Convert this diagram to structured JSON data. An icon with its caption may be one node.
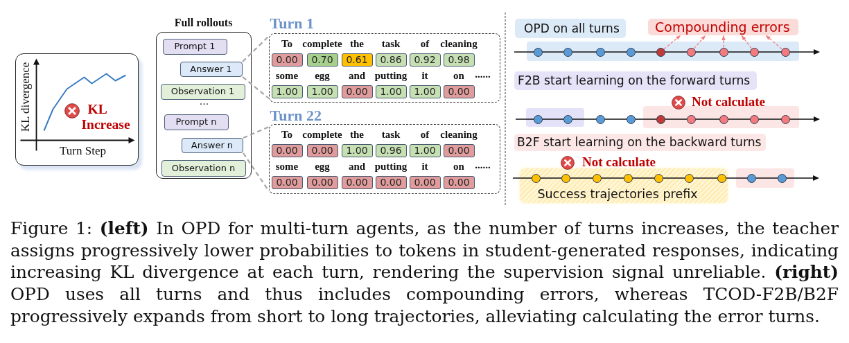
{
  "diagram": {
    "caption": "Figure 1: **(left)** In OPD for multi-turn agents, as the number of turns increases, the teacher assigns progressively lower probabilities to tokens in student-generated responses, indicating increasing KL divergence at each turn, rendering the supervision signal unreliable. **(right)** OPD uses all turns and thus includes compounding errors, whereas TCOD-F2B/B2F progressively expands from short to long trajectories, alleviating calculating the error turns.",
    "nodes": [
      {
        "text": [
          "KL divergence",
          "KL Increase",
          "Turn Step"
        ]
      },
      {
        "text": [
          "Full rollouts",
          "..."
        ]
      },
      {
        "text": [
          "Prompt 1"
        ],
        "in": 1
      },
      {
        "text": [
          "Answer 1"
        ],
        "in": 1
      },
      {
        "text": [
          "Observation 1"
        ],
        "in": 1
      },
      {
        "text": [
          "Prompt n"
        ],
        "in": 1
      },
      {
        "text": [
          "Answer n"
        ],
        "in": 1
      },
      {
        "text": [
          "Observation n"
        ],
        "in": 1
      },
      {
        "text": [
          "Turn 1",
          "......"
        ]
      },
      {
        "text": [
          "0.00"
        ],
        "beside": [
          "To"
        ],
        "in": 8
      },
      {
        "text": [
          "0.70"
        ],
        "beside": [
          "complete"
        ],
        "in": 8
      },
      {
        "text": [
          "0.61"
        ],
        "beside": [
          "the"
        ],
        "in": 8
      },
      {
        "text": [
          "0.86"
        ],
        "beside": [
          "task"
        ],
        "in": 8
      },
      {
        "text": [
          "0.92"
        ],
        "beside": [
          "of"
        ],
        "in": 8
      },
      {
        "text": [
          "0.98"
        ],
        "beside": [
          "cleaning"
        ],
        "in": 8
      },
      {
        "text": [
          "1.00"
        ],
        "beside": [
          "some"
        ],
        "in": 8
      },
      {
        "text": [
          "1.00"
        ],
        "beside": [
          "egg"
        ],
        "in": 8
      },
      {
        "text": [
          "0.00"
        ],
        "beside": [
          "and"
        ],
        "in": 8
      },
      {
        "text": [
          "1.00"
        ],
        "beside": [
          "putting"
        ],
        "in": 8
      },
      {
        "text": [
          "1.00"
        ],
        "beside": [
          "it"
        ],
        "in": 8
      },
      {
        "text": [
          "0.00"
        ],
        "beside": [
          "on"
        ],
        "in": 8
      },
      {
        "text": [
          "Turn 22",
          "......"
        ]
      },
      {
        "text": [
          "0.00"
        ],
        "beside": [
          "To"
        ],
        "in": 21
      },
      {
        "text": [
          "0.00"
        ],
        "beside": [
          "complete"
        ],
        "in": 21
      },
      {
        "text": [
          "1.00"
        ],
        "beside": [
          "the"
        ],
        "in": 21
      },
      {
        "text": [
          "0.96"
        ],
        "beside": [
          "task"
        ],
        "in": 21
      },
      {
        "text": [
          "1.00"
        ],
        "beside": [
          "of"
        ],
        "in": 21
      },
      {
        "text": [
          "0.00"
        ],
        "beside": [
          "cleaning"
        ],
        "in": 21
      },
      {
        "text": [
          "0.00"
        ],
        "beside": [
          "some"
        ],
        "in": 21
      },
      {
        "text": [
          "0.00"
        ],
        "beside": [
          "egg"
        ],
        "in": 21
      },
      {
        "text": [
          "0.00"
        ],
        "beside": [
          "and"
        ],
        "in": 21
      },
      {
        "text": [
          "0.00"
        ],
        "beside": [
          "putting"
        ],
        "in": 21
      },
      {
        "text": [
          "0.00"
        ],
        "beside": [
          "it"
        ],
        "in": 21
      },
      {
        "text": [
          "0.00"
        ],
        "beside": [
          "on"
        ],
        "in": 21
      },
      {
        "text": [
          "OPD on all turns"
        ]
      },
      {
        "text": [
          "Compounding errors"
        ]
      },
      {
        "text": [],
        "shape": "box"
      },
      {
        "text": [],
        "shape": "circle",
        "in": 36
      },
      {
        "text": [],
        "shape": "circle",
        "in": 36
      },
      {
        "text": [],
        "shape": "circle",
        "in": 36
      },
      {
        "text": [],
        "shape": "circle",
        "in": 36
      },
      {
        "text": [],
        "shape": "circle",
        "in": 36
      },
      {
        "text": [],
        "shape": "circle",
        "in": 36
      },
      {
        "text": [],
        "shape": "circle",
        "in": 36
      },
      {
        "text": [],
        "shape": "circle",
        "in": 36
      },
      {
        "text": [],
        "shape": "circle",
        "in": 36
      },
      {
        "text": [
          "F2B start learning on the forward turns"
        ]
      },
      {
        "text": [],
        "shape": "box"
      },
      {
        "text": [],
        "shape": "circle",
        "in": 47
      },
      {
        "text": [],
        "shape": "circle",
        "in": 47
      },
      {
        "text": [],
        "shape": "circle"
      },
      {
        "text": [],
        "shape": "circle"
      },
      {
        "text": [],
        "shape": "box"
      },
      {
        "text": [],
        "shape": "circle",
        "in": 52
      },
      {
        "text": [],
        "shape": "circle",
        "in": 52
      },
      {
        "text": [],
        "shape": "circle",
        "in": 52
      },
      {
        "text": [],
        "shape": "circle",
        "in": 52
      },
      {
        "text": [],
        "shape": "circle",
        "in": 52
      },
      {
        "text": [
          "B2F start learning on the backward turns"
        ]
      },
      {
        "text": [
          "Success trajectories prefix"
        ]
      },
      {
        "text": [],
        "shape": "circle",
        "in": 59
      },
      {
        "text": [],
        "shape": "circle",
        "in": 59
      },
      {
        "text": [],
        "shape": "circle",
        "in": 59
      },
      {
        "text": [],
        "shape": "circle",
        "in": 59
      },
      {
        "text": [],
        "shape": "circle",
        "in": 59
      },
      {
        "text": [],
        "shape": "circle",
        "in": 59
      },
      {
        "text": [],
        "shape": "circle",
        "in": 59
      },
      {
        "text": [],
        "shape": "box"
      },
      {
        "text": [],
        "shape": "circle",
        "in": 67
      },
      {
        "text": [],
        "shape": "circle",
        "in": 67
      }
    ],
    "edges": [
      {
        "from": 3,
        "to": 8,
        "arrow": "none",
        "style": "dashed",
        "color": "#a6a6a6"
      },
      {
        "from": 3,
        "to": 8,
        "arrow": "none",
        "style": "dashed",
        "color": "#a6a6a6"
      },
      {
        "from": 6,
        "to": 21,
        "arrow": "none",
        "style": "dashed",
        "color": "#a6a6a6"
      },
      {
        "from": 6,
        "to": 21,
        "arrow": "none",
        "style": "dashed",
        "color": "#a6a6a6"
      },
      {
        "from": 41,
        "to": 35,
        "arrow": "to",
        "style": "dashed",
        "color": "#f08080"
      },
      {
        "from": 42,
        "to": 35,
        "arrow": "to",
        "style": "dashed",
        "color": "#f08080"
      },
      {
        "from": 43,
        "to": 35,
        "arrow": "to",
        "style": "dashed",
        "color": "#f08080"
      },
      {
        "from": 44,
        "to": 35,
        "arrow": "to",
        "style": "dashed",
        "color": "#f08080"
      },
      {
        "from": 45,
        "to": 35,
        "arrow": "to",
        "style": "dashed",
        "color": "#f08080"
      }
    ],
    "labels": [
      "Not calculate",
      "Not calculate"
    ]
  }
}
